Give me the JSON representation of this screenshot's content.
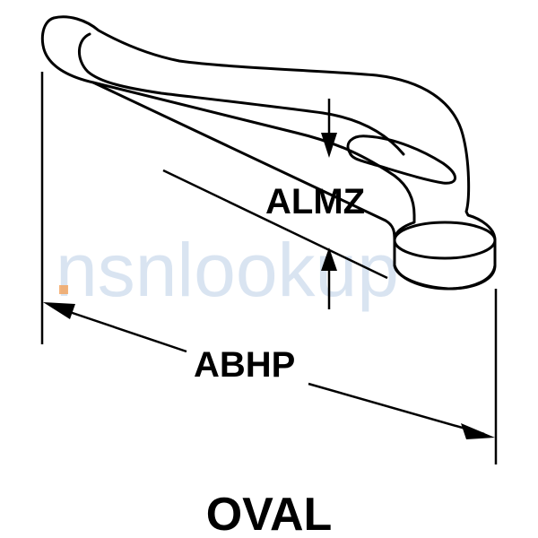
{
  "diagram": {
    "dimension_labels": {
      "height": "ALMZ",
      "length": "ABHP"
    },
    "shape_caption": "OVAL",
    "watermark_text": "nsnlookup",
    "colors": {
      "line": "#000000",
      "background": "#ffffff",
      "watermark": "#b9cde6",
      "watermark_accent": "#f3a25c"
    }
  }
}
